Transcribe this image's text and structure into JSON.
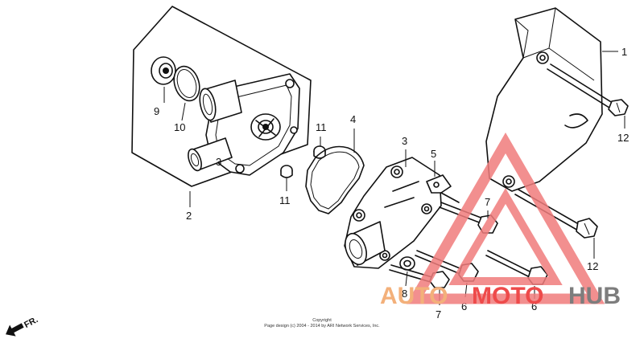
{
  "callouts": {
    "c1": "1",
    "c2": "2",
    "c3a": "3",
    "c3b": "3",
    "c4": "4",
    "c5": "5",
    "c6a": "6",
    "c6b": "6",
    "c7a": "7",
    "c7b": "7",
    "c8": "8",
    "c9": "9",
    "c10": "10",
    "c11a": "11",
    "c11b": "11",
    "c12a": "12",
    "c12b": "12"
  },
  "front_indicator": "FR.",
  "copyright": {
    "line1": "Copyright",
    "line2": "Page design (c) 2004 - 2014 by ARI Network Services, Inc."
  },
  "watermark": {
    "part1": "AUTO",
    "part2": "MOTO",
    "part3": "HUB",
    "colors": {
      "orange": "#f3b07a",
      "red": "#ee4a4a",
      "gray": "#7d7d7d"
    }
  }
}
